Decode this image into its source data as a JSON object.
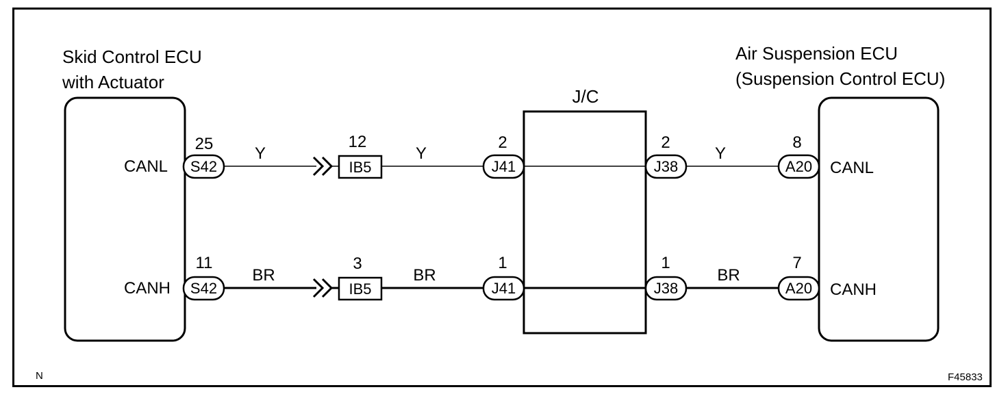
{
  "left_ecu": {
    "title_line1": "Skid Control ECU",
    "title_line2": "with Actuator",
    "top_signal": "CANL",
    "bottom_signal": "CANH",
    "top_pin": "25",
    "bottom_pin": "11",
    "connector": "S42"
  },
  "left_junction": {
    "connector": "IB5",
    "top_pin": "12",
    "bottom_pin": "3"
  },
  "jc": {
    "title": "J/C",
    "left_connector": "J41",
    "right_connector": "J38",
    "left_top_pin": "2",
    "left_bottom_pin": "1",
    "right_top_pin": "2",
    "right_bottom_pin": "1"
  },
  "right_ecu": {
    "title_line1": "Air Suspension ECU",
    "title_line2": "(Suspension Control ECU)",
    "top_signal": "CANL",
    "bottom_signal": "CANH",
    "top_pin": "8",
    "bottom_pin": "7",
    "connector": "A20"
  },
  "wires": {
    "top_color": "Y",
    "bottom_color": "BR"
  },
  "footer": {
    "corner_left": "N",
    "figure_id": "F45833"
  }
}
